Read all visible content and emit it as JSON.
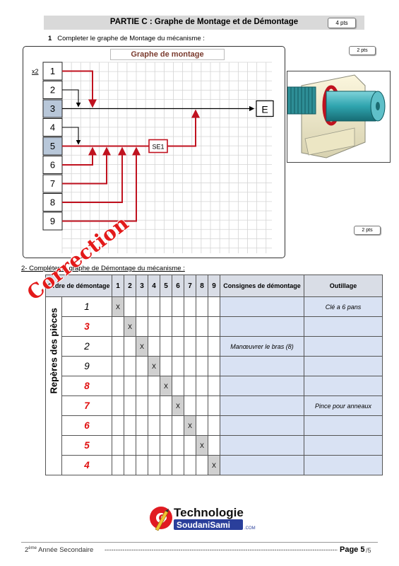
{
  "header": {
    "title": "PARTIE C : Graphe de Montage et de Démontage",
    "points": "4 pts"
  },
  "montage": {
    "question_number": "1",
    "question": "Completer le graphe de Montage du mécanisme :",
    "points_a": "2 pts",
    "points_b": "2 pts",
    "title": "Graphe de montage",
    "multiplier": "x2",
    "pieces": [
      "1",
      "2",
      "3",
      "4",
      "5",
      "6",
      "7",
      "8",
      "9"
    ],
    "end_label": "E",
    "subassembly_label": "SE1",
    "colors": {
      "arrow": "#c0121f",
      "black": "#000000",
      "highlight": "#b8c7d9"
    }
  },
  "demontage": {
    "question": "2- Compléter le graphe de Démontage du mécanisme :",
    "header_ordre": "Ordre de démontage",
    "header_cols": [
      "1",
      "2",
      "3",
      "4",
      "5",
      "6",
      "7",
      "8",
      "9"
    ],
    "header_consignes": "Consignes de démontage",
    "header_outillage": "Outillage",
    "row_label": "Repères des pièces",
    "rows": [
      {
        "piece": "1",
        "red": false,
        "col": 0,
        "consigne": "",
        "outil": "Clé a 6 pans"
      },
      {
        "piece": "3",
        "red": true,
        "col": 1,
        "consigne": "",
        "outil": ""
      },
      {
        "piece": "2",
        "red": false,
        "col": 2,
        "consigne": "Manœuvrer le bras (8)",
        "outil": ""
      },
      {
        "piece": "9",
        "red": false,
        "col": 3,
        "consigne": "",
        "outil": ""
      },
      {
        "piece": "8",
        "red": true,
        "col": 4,
        "consigne": "",
        "outil": ""
      },
      {
        "piece": "7",
        "red": true,
        "col": 5,
        "consigne": "",
        "outil": "Pince pour anneaux"
      },
      {
        "piece": "6",
        "red": true,
        "col": 6,
        "consigne": "",
        "outil": ""
      },
      {
        "piece": "5",
        "red": true,
        "col": 7,
        "consigne": "",
        "outil": ""
      },
      {
        "piece": "4",
        "red": true,
        "col": 8,
        "consigne": "",
        "outil": ""
      }
    ],
    "mark": "X",
    "stamp": "Correction"
  },
  "logo": {
    "word": "Technologie",
    "site": "SoudaniSami",
    "suffix": ".COM"
  },
  "footer": {
    "level": "2",
    "level_sup": "ème",
    "level_rest": " Année Secondaire",
    "dashes": "---------------------------------------------------------------------------------------------------------------------",
    "page": "Page 5",
    "total": "/5"
  }
}
